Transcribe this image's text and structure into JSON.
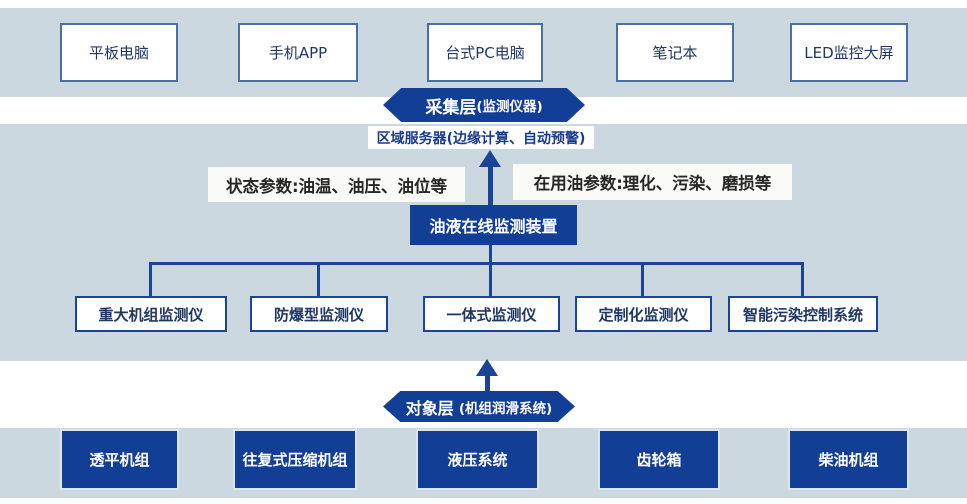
{
  "colors": {
    "band_bg": "#ccd8e0",
    "dark_blue": "#123e96",
    "line_blue": "#1b4396",
    "steel_border": "#4a6fa5",
    "text_navy": "#1f3864",
    "label_bg": "#fafaf7",
    "label_text": "#262626",
    "server_text": "#1a3a8c"
  },
  "top_layer": {
    "boxes": [
      "平板电脑",
      "手机APP",
      "台式PC电脑",
      "笔记本",
      "LED监控大屏"
    ]
  },
  "collection_layer": {
    "title": "采集层",
    "subtitle": "(监测仪器)"
  },
  "middle_layer": {
    "server": "区域服务器(边缘计算、自动预警)",
    "label_left": "状态参数:油温、油压、油位等",
    "label_right": "在用油参数:理化、污染、磨损等",
    "device": "油液在线监测装置",
    "instruments": [
      "重大机组监测仪",
      "防爆型监测仪",
      "一体式监测仪",
      "定制化监测仪",
      "智能污染控制系统"
    ]
  },
  "object_layer": {
    "title": "对象层",
    "subtitle": "(机组润滑系统)"
  },
  "bottom_layer": {
    "boxes": [
      "透平机组",
      "往复式压缩机组",
      "液压系统",
      "齿轮箱",
      "柴油机组"
    ]
  }
}
